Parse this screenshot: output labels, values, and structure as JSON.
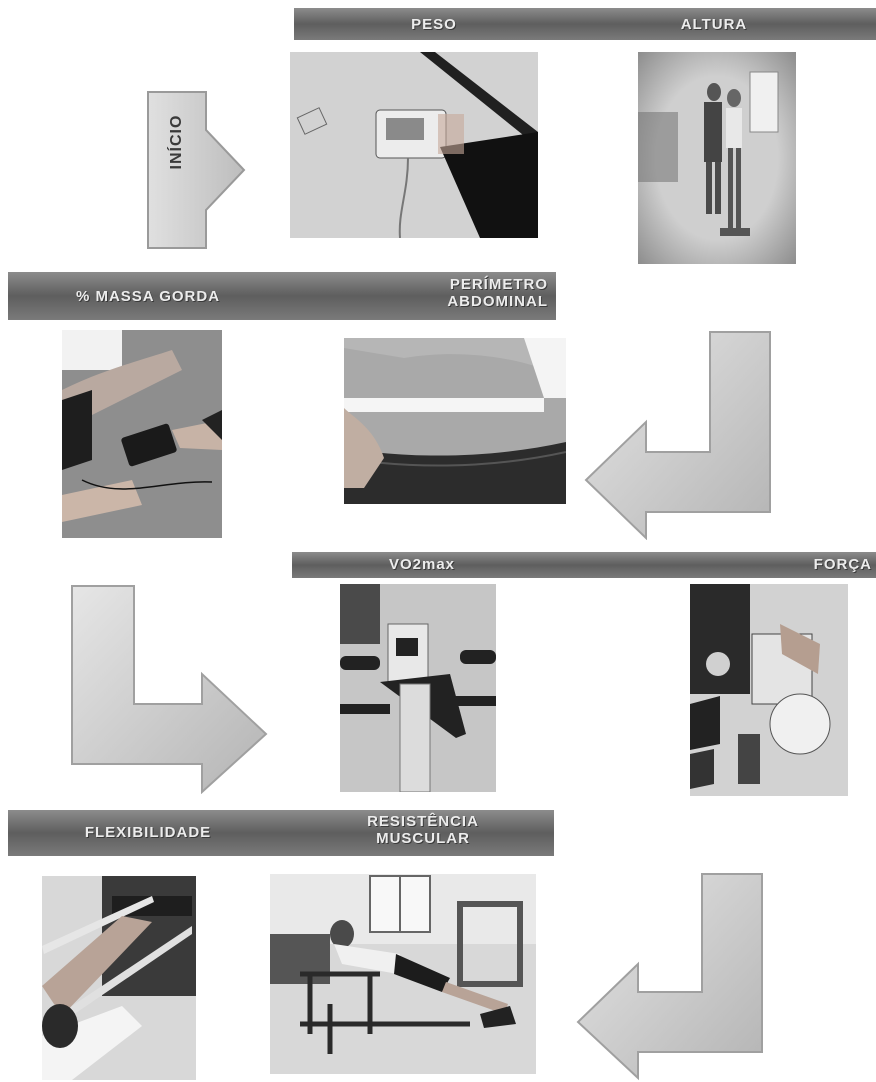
{
  "start_label": "INÍCIO",
  "rows": [
    {
      "labels": [
        "PESO",
        "ALTURA"
      ]
    },
    {
      "labels": [
        "% MASSA GORDA",
        "PERÍMETRO\nABDOMINAL"
      ]
    },
    {
      "labels": [
        "VO2max",
        "FORÇA"
      ]
    },
    {
      "labels": [
        "FLEXIBILIDADE",
        "RESISTÊNCIA\nMUSCULAR"
      ]
    }
  ],
  "photos": [
    "weight-scale-photo",
    "height-measurement-photo",
    "bioimpedance-photo",
    "waist-tape-photo",
    "cycle-ergometer-photo",
    "hand-dynamometer-photo",
    "sit-and-reach-photo",
    "push-up-test-photo"
  ]
}
